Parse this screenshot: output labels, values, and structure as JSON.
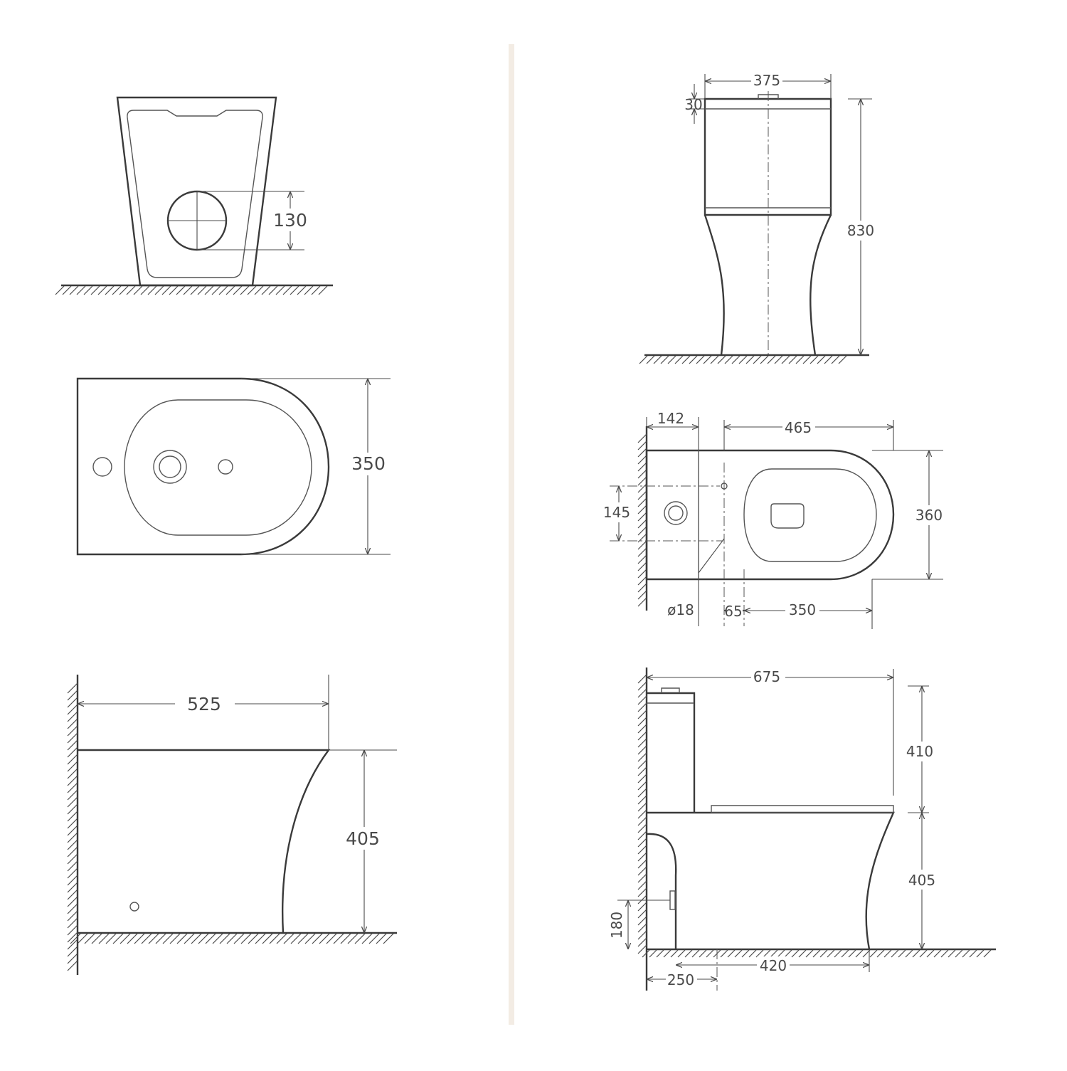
{
  "divider_color": "#f3ece4",
  "bidet": {
    "front": {
      "outlet_height": "130"
    },
    "top": {
      "width": "350"
    },
    "side": {
      "length": "525",
      "height": "405"
    }
  },
  "toilet": {
    "front": {
      "tank_width": "375",
      "lid_thickness": "30",
      "total_height": "830"
    },
    "top": {
      "tank_depth": "142",
      "pan_length": "465",
      "width": "360",
      "outlet_offset": "145",
      "water_inlet": "ø18",
      "fixing_offset": "65",
      "fixing_distance": "350"
    },
    "side": {
      "total_length": "675",
      "tank_height": "410",
      "seat_height": "405",
      "inlet_height": "180",
      "outlet_distance": "250",
      "foot_distance": "420"
    }
  }
}
